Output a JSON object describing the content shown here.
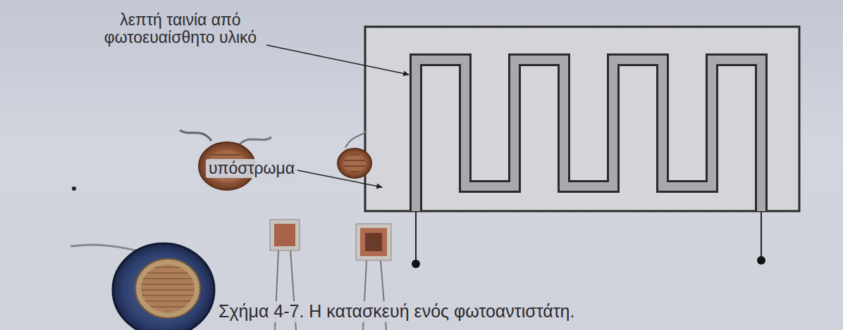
{
  "diagram": {
    "caption": "Σχήμα 4-7. Η κατασκευή ενός φωτοαντιστάτη.",
    "labels": [
      "λεπτή ταινία από φωτοευαίσθητο υλικό",
      "υπόστρωμα"
    ]
  }
}
